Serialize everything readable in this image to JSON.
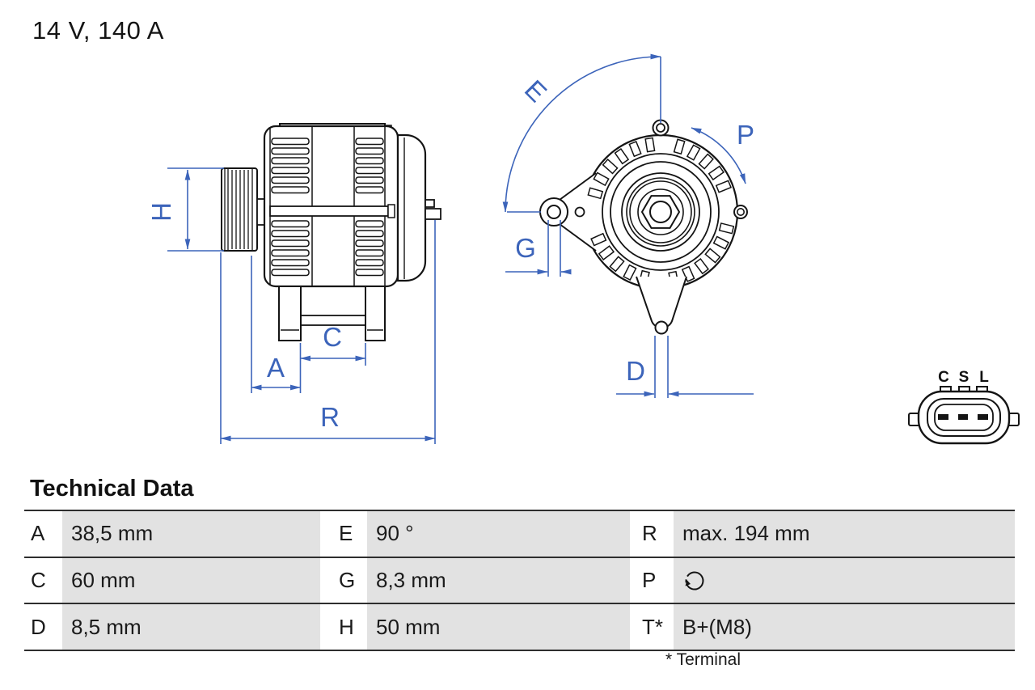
{
  "title": "14 V, 140 A",
  "section_heading": "Technical Data",
  "footnote": "* Terminal",
  "colors": {
    "dimension_blue": "#3c64ba",
    "line_black": "#141414",
    "cell_gray": "#e2e2e2"
  },
  "drawing": {
    "side_view": {
      "dim_labels": {
        "h": "H",
        "a": "A",
        "c": "C",
        "r": "R"
      }
    },
    "front_view": {
      "dim_labels": {
        "e": "E",
        "p": "P",
        "g": "G",
        "d": "D"
      }
    },
    "connector": {
      "pins": [
        "C",
        "S",
        "L"
      ]
    }
  },
  "table": {
    "rows": [
      {
        "cells": [
          {
            "key": "A",
            "value": "38,5 mm"
          },
          {
            "key": "E",
            "value": "90 °"
          },
          {
            "key": "R",
            "value": "max. 194 mm"
          }
        ]
      },
      {
        "cells": [
          {
            "key": "C",
            "value": "60 mm"
          },
          {
            "key": "G",
            "value": "8,3 mm"
          },
          {
            "key": "P",
            "value": "",
            "icon": "rotation-direction-icon"
          }
        ]
      },
      {
        "cells": [
          {
            "key": "D",
            "value": "8,5 mm"
          },
          {
            "key": "H",
            "value": "50 mm"
          },
          {
            "key": "T*",
            "value": "B+(M8)"
          }
        ]
      }
    ]
  }
}
